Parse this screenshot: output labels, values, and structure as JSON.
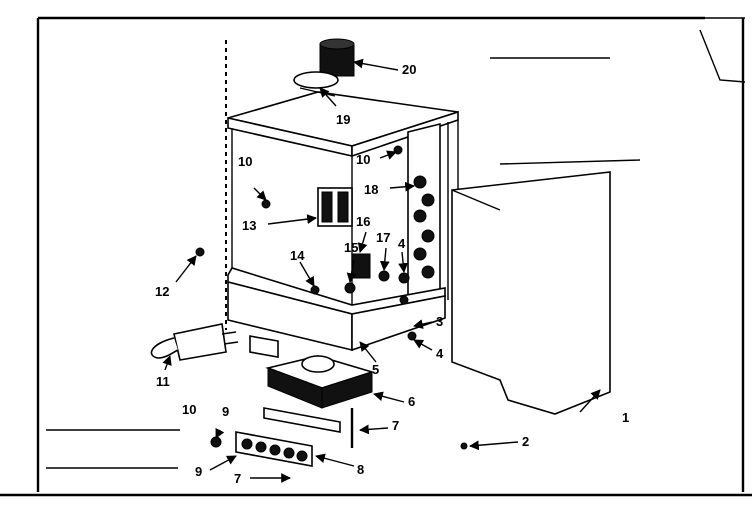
{
  "callouts": [
    "1",
    "2",
    "3",
    "4",
    "5",
    "6",
    "7",
    "8",
    "9",
    "7",
    "10",
    "9",
    "11",
    "12",
    "10",
    "13",
    "10",
    "18",
    "16",
    "17",
    "4",
    "15",
    "14",
    "19",
    "20"
  ]
}
